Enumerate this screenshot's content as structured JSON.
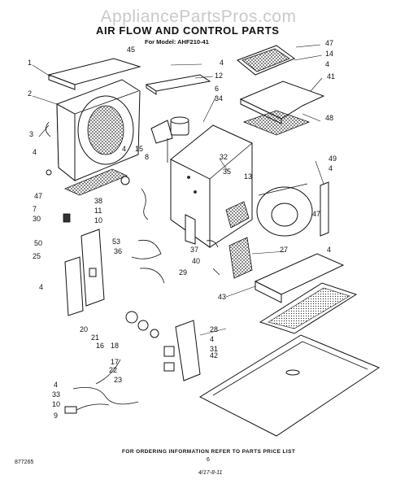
{
  "watermark": "AppliancePartsPros.com",
  "title": "AIR FLOW AND CONTROL PARTS",
  "model_line": "For Model: AHF210-41",
  "footer": "FOR ORDERING INFORMATION REFER TO PARTS PRICE LIST",
  "page_number": "6",
  "drawing_number": "877265",
  "handwritten_code": "4/17-8-11",
  "callouts": [
    "1",
    "45",
    "4",
    "2",
    "3",
    "4",
    "47",
    "7",
    "30",
    "12",
    "6",
    "34",
    "15",
    "8",
    "4",
    "38",
    "11",
    "10",
    "32",
    "35",
    "13",
    "48",
    "41",
    "4",
    "14",
    "47",
    "49",
    "4",
    "47",
    "4",
    "50",
    "25",
    "4",
    "53",
    "36",
    "37",
    "40",
    "29",
    "27",
    "43",
    "20",
    "21",
    "16",
    "18",
    "17",
    "22",
    "23",
    "28",
    "4",
    "31",
    "42",
    "4",
    "33",
    "10",
    "9"
  ],
  "icons": [
    "fan-shroud",
    "filter-grille",
    "blower-wheel",
    "control-box",
    "drain-pan"
  ]
}
